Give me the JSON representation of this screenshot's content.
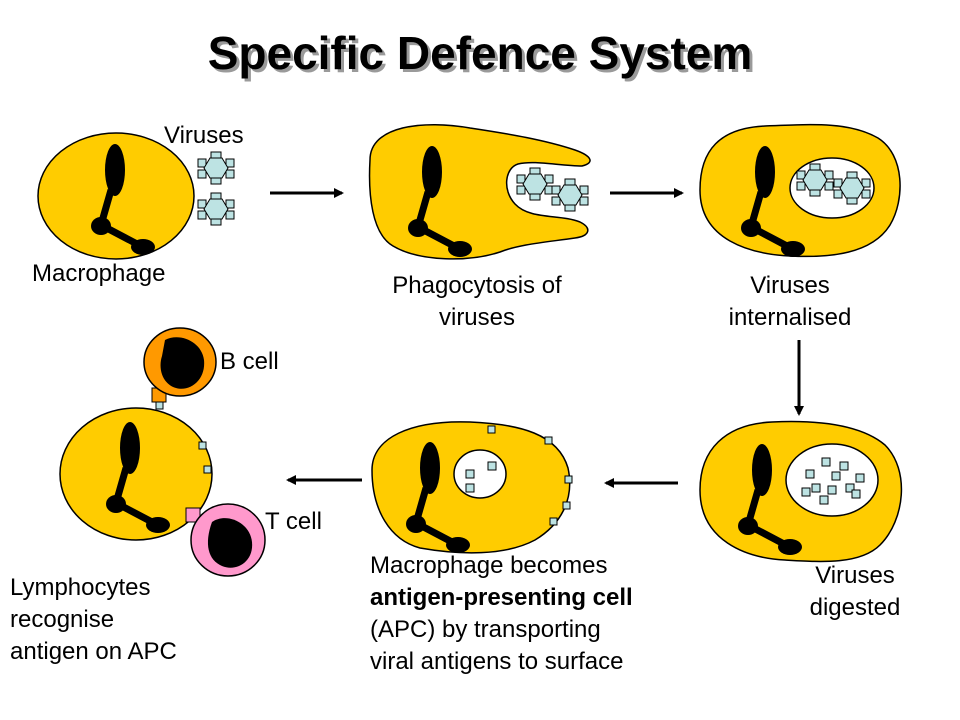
{
  "title": "Specific Defence System",
  "labels": {
    "viruses": "Viruses",
    "macrophage": "Macrophage",
    "phagocytosis_line1": "Phagocytosis of",
    "phagocytosis_line2": "viruses",
    "internalised_line1": "Viruses",
    "internalised_line2": "internalised",
    "b_cell": "B cell",
    "t_cell": "T cell",
    "digested_line1": "Viruses",
    "digested_line2": "digested",
    "apc_line1": "Macrophage becomes",
    "apc_line2_bold": "antigen-presenting cell",
    "apc_line3": "(APC) by transporting",
    "apc_line4": "viral antigens to surface",
    "lymph_line1": "Lymphocytes",
    "lymph_line2": "recognise",
    "lymph_line3": "antigen on APC"
  },
  "colors": {
    "macrophage": "#ffcc00",
    "virus": "#bde3e3",
    "b_cell": "#ff9900",
    "t_cell": "#ff99cc",
    "nucleus": "#000000"
  }
}
